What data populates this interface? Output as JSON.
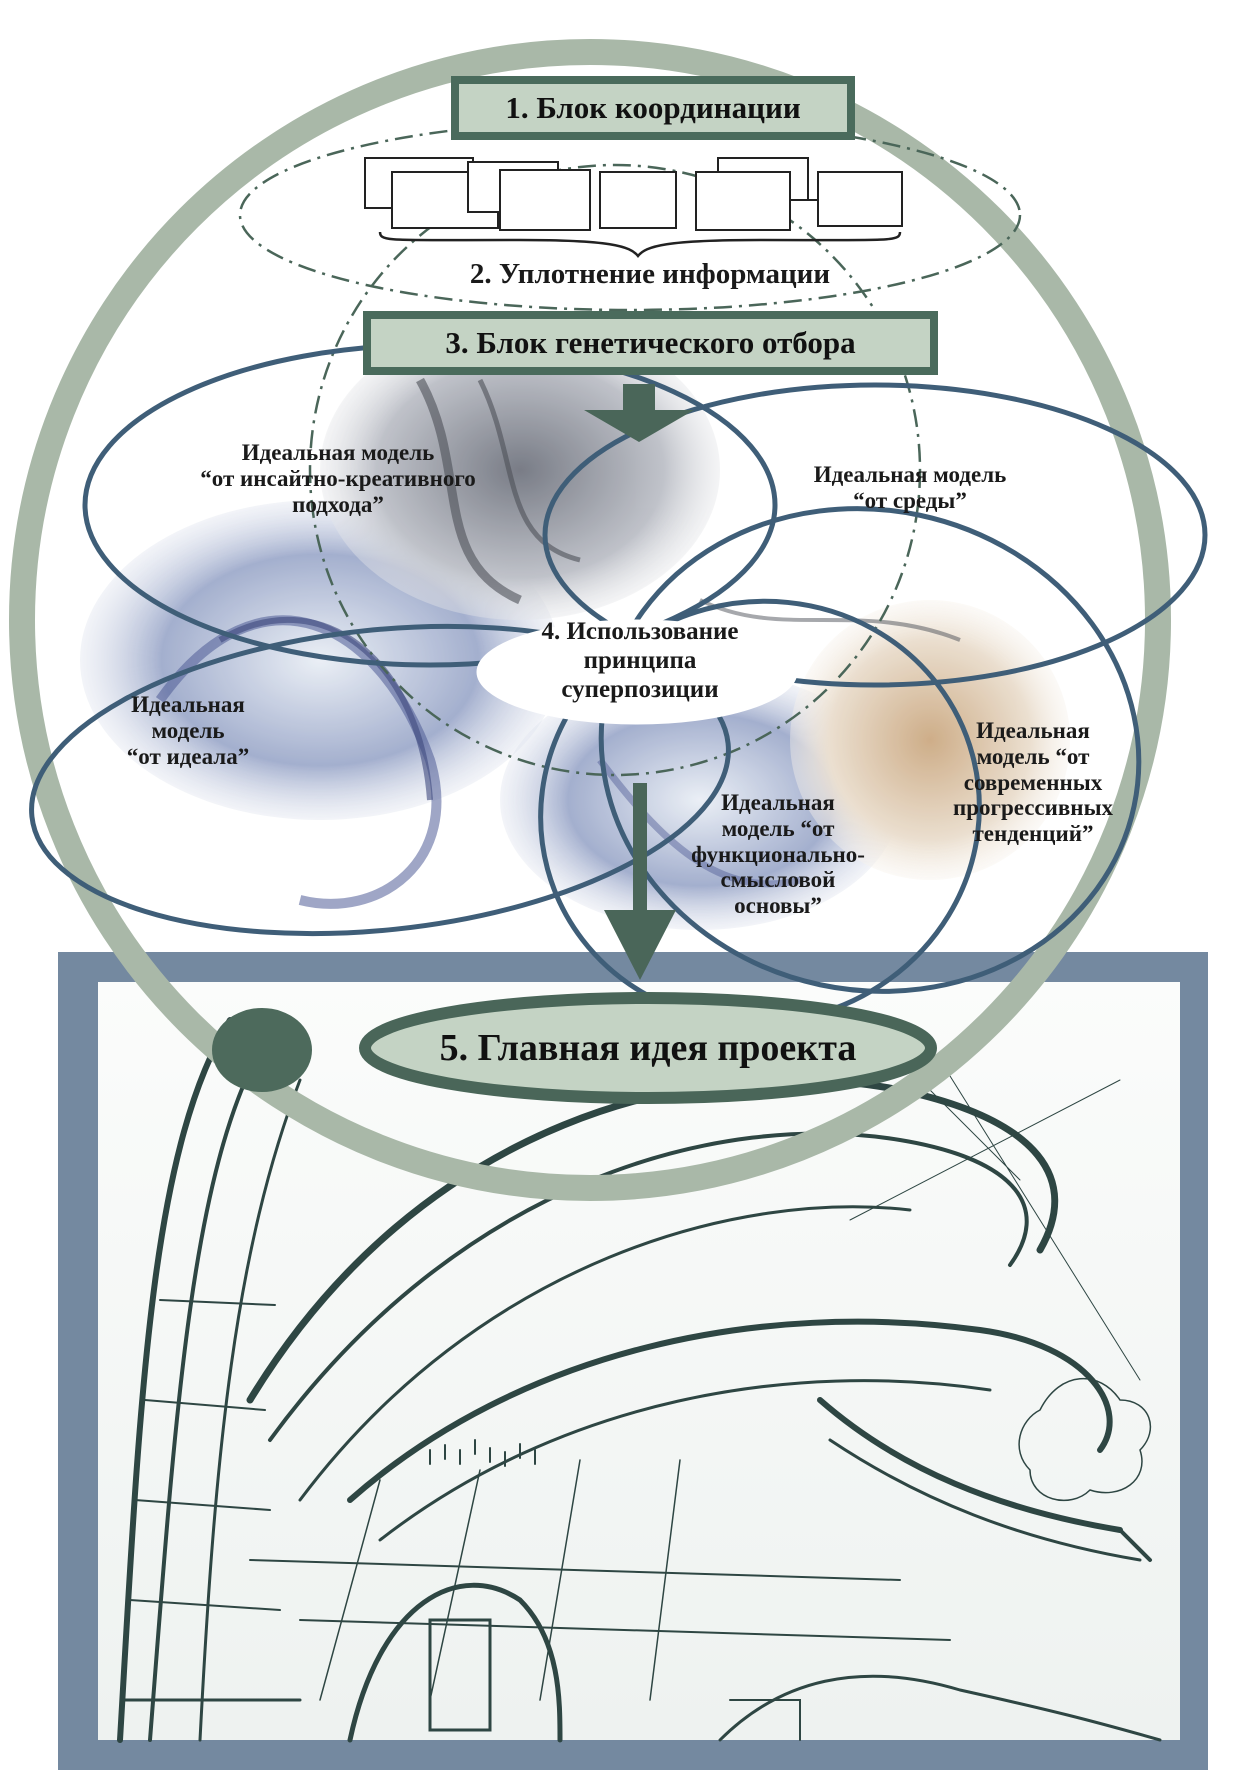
{
  "colors": {
    "ring": "#a9b8a8",
    "box_fill": "#c4d3c4",
    "box_border": "#4a6b5c",
    "ellipse_stroke": "#3f5e78",
    "arrow": "#4a6659",
    "frame": "#7489a0",
    "dot": "#4d6a5c"
  },
  "blocks": {
    "b1": "1. Блок координации",
    "b2": "2. Уплотнение информации",
    "b3": "3. Блок генетического отбора",
    "b4": "4. Использование\nпринципа\nсуперпозиции",
    "b5": "5. Главная идея проекта"
  },
  "models": {
    "insight": "Идеальная модель\n“от инсайтно-креативного\nподхода”",
    "environment": "Идеальная модель\n“от среды”",
    "ideal": "Идеальная\nмодель\n“от идеала”",
    "functional": "Идеальная\nмодель “от\nфункционально-\nсмысловой\nосновы”",
    "modern": "Идеальная\nмодель “от\nсовременных\nпрогрессивных\nтенденций”"
  }
}
